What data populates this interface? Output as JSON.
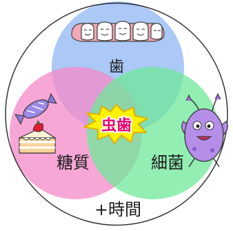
{
  "diagram": {
    "top_label": "歯",
    "left_label": "糖質",
    "right_label": "細菌",
    "center_label": "虫歯",
    "bottom_label": "+時間",
    "colors": {
      "outer_circle_stroke": "#333333",
      "tooth_circle": "#8fb6f4",
      "sugar_circle": "#f489c8",
      "bacteria_circle": "#6fe89a",
      "burst_fill": "#fff200",
      "burst_stroke": "#e0b000",
      "center_text": "#e5006e",
      "center_text_outline": "#ffffff",
      "label_text": "#1a1a1a"
    },
    "icons": {
      "teeth": "smiling-teeth-icon",
      "cake": "strawberry-cake-icon",
      "candy": "wrapped-candy-icon",
      "germ": "purple-germ-icon",
      "burst": "explosion-burst-icon"
    }
  }
}
